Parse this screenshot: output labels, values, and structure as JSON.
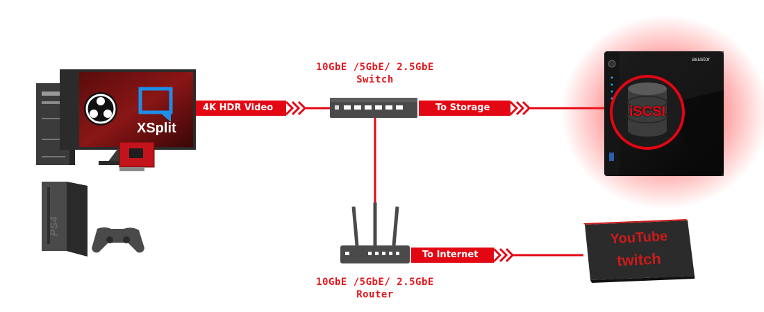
{
  "switch": {
    "speed": "10GbE /5GbE/ 2.5GbE",
    "name": "Switch"
  },
  "router": {
    "speed": "10GbE /5GbE/ 2.5GbE",
    "name": "Router"
  },
  "links": {
    "video": "4K HDR Video",
    "storage": "To Storage",
    "internet": "To Internet"
  },
  "nas": {
    "brand": "asustor",
    "storage_badge": "iSCSI"
  },
  "software": {
    "xsplit": "XSplit"
  },
  "console": {
    "mark": "PS4"
  },
  "streaming": {
    "service_1": "YouTube",
    "service_2": "twitch"
  },
  "colors": {
    "accent": "#e30613",
    "dark": "#2a2a2a",
    "glow": "#ff2a2a"
  },
  "icons": [
    "desktop-pc-icon",
    "monitor-icon",
    "obs-logo-icon",
    "xsplit-logo-icon",
    "capture-card-icon",
    "ps4-console-icon",
    "gamepad-icon",
    "network-switch-icon",
    "router-icon",
    "nas-device-icon",
    "database-icon",
    "streaming-platform-icon",
    "chevron-arrow-icon"
  ]
}
